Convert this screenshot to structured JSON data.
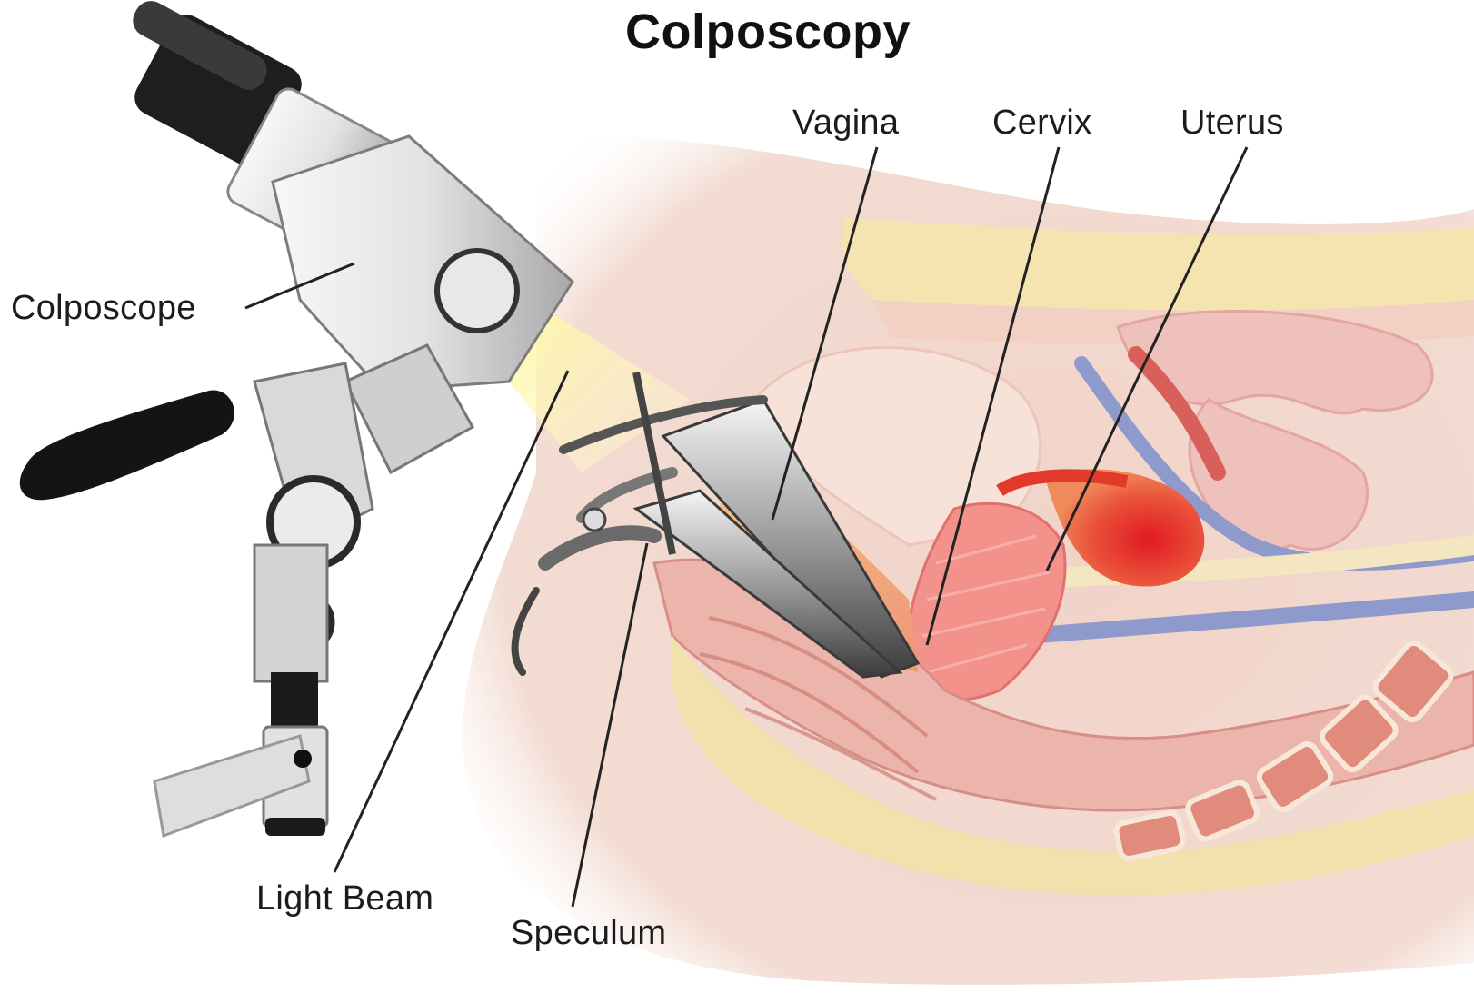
{
  "title": "Colposcopy",
  "labels": {
    "vagina": "Vagina",
    "cervix": "Cervix",
    "uterus": "Uterus",
    "colposcope": "Colposcope",
    "light_beam": "Light Beam",
    "speculum": "Speculum"
  },
  "colors": {
    "skin": "#f0d5c9",
    "fat_yellow": "#f5e3a9",
    "muscle_red": "#d9807a",
    "uterus_red": "#e2372b",
    "cervix_pink": "#f1908a",
    "vessel_blue": "#8f9ccb",
    "light_beam": "#fbf3a8",
    "instrument_gray": "#d8d8d8"
  }
}
